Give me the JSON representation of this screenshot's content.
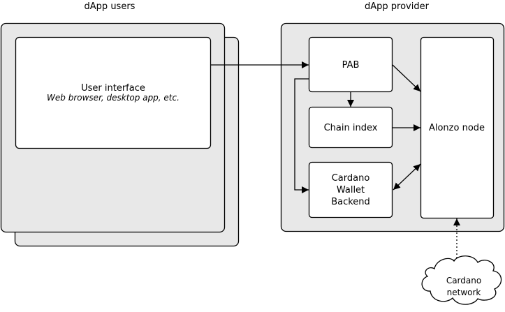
{
  "headings": {
    "users": "dApp users",
    "provider": "dApp provider"
  },
  "user_interface": {
    "title": "User interface",
    "subtitle": "Web browser, desktop app, etc."
  },
  "components": {
    "pab": "PAB",
    "chain_index": "Chain index",
    "wallet_lines": [
      "Cardano",
      "Wallet",
      "Backend"
    ],
    "node": "Alonzo node"
  },
  "network_lines": [
    "Cardano",
    "network"
  ],
  "colors": {
    "panel_fill": "#e8e8e8",
    "box_fill": "#ffffff",
    "stroke": "#000000"
  }
}
